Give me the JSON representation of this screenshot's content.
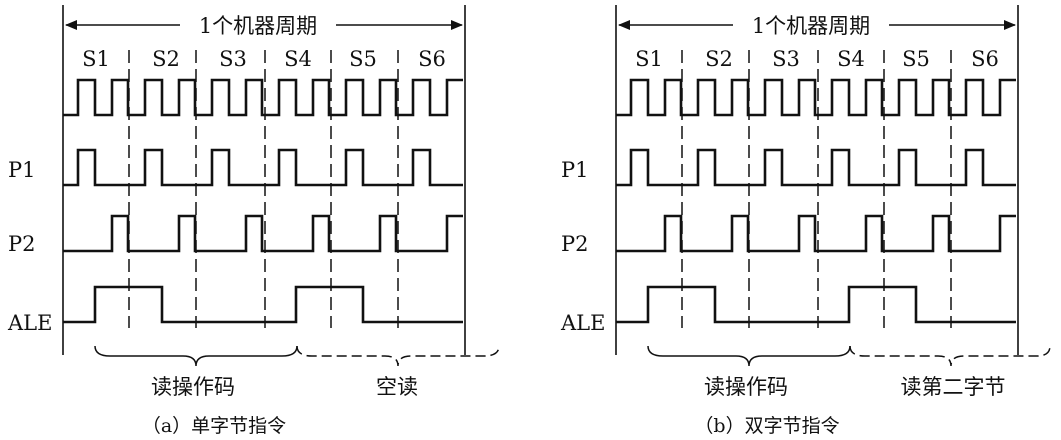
{
  "diagrams": [
    {
      "period_label": "1个机器周期",
      "states": [
        "S1",
        "S2",
        "S3",
        "S4",
        "S5",
        "S6"
      ],
      "signals": [
        "",
        "P1",
        "P2",
        "ALE"
      ],
      "brace_labels": [
        "读操作码",
        "空读"
      ],
      "caption": "（a）单字节指令"
    },
    {
      "period_label": "1个机器周期",
      "states": [
        "S1",
        "S2",
        "S3",
        "S4",
        "S5",
        "S6"
      ],
      "signals": [
        "",
        "P1",
        "P2",
        "ALE"
      ],
      "brace_labels": [
        "读操作码",
        "读第二字节"
      ],
      "caption": "（b）双字节指令"
    }
  ]
}
